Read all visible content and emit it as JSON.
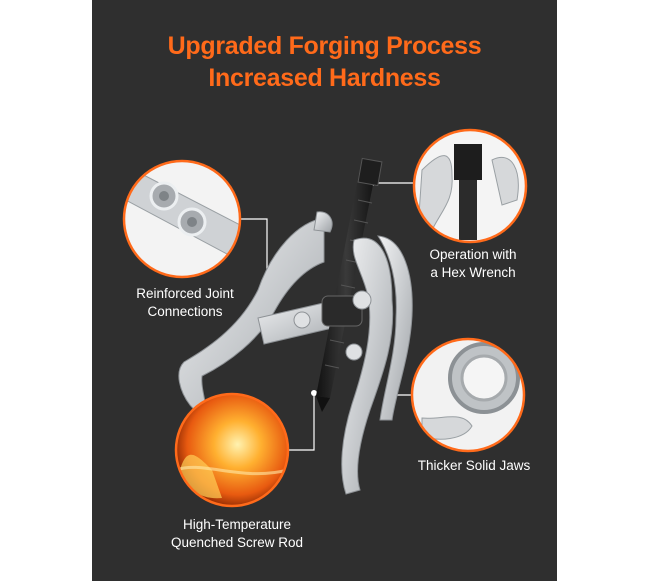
{
  "headline": {
    "line1": "Upgraded Forging Process",
    "line2": "Increased Hardness"
  },
  "callouts": {
    "reinforced_joint": {
      "line1": "Reinforced Joint",
      "line2": "Connections"
    },
    "hex_wrench": {
      "line1": "Operation with",
      "line2": "a Hex Wrench"
    },
    "solid_jaws": {
      "line1": "Thicker Solid Jaws"
    },
    "screw_rod": {
      "line1": "High-Temperature",
      "line2": "Quenched Screw Rod"
    }
  },
  "colors": {
    "panel_bg": "#2f2f2f",
    "accent_orange": "#ff6a1a",
    "text_white": "#ffffff",
    "metal_silver": "#d6d8da"
  }
}
